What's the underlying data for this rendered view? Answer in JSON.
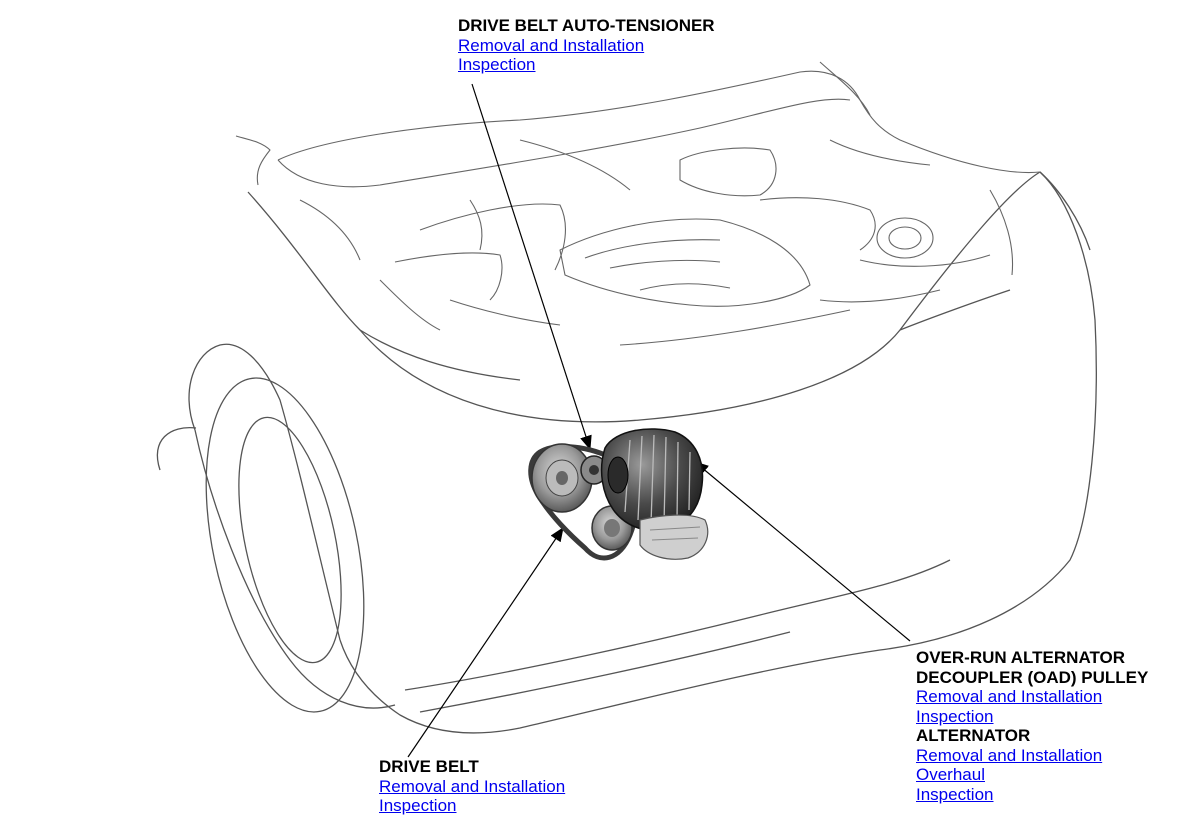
{
  "colors": {
    "link": "#0000ee",
    "text": "#000000",
    "outline": "#555555"
  },
  "callouts": {
    "tensioner": {
      "title": "DRIVE BELT AUTO-TENSIONER",
      "links": [
        "Removal and Installation",
        "Inspection"
      ]
    },
    "drive_belt": {
      "title": "DRIVE BELT",
      "links": [
        "Removal and Installation",
        "Inspection"
      ]
    },
    "oad_pulley": {
      "title_line1": "OVER-RUN ALTERNATOR",
      "title_line2": "DECOUPLER (OAD) PULLEY",
      "links": [
        "Removal and Installation",
        "Inspection"
      ]
    },
    "alternator": {
      "title": "ALTERNATOR",
      "links": [
        "Removal and Installation",
        "Overhaul",
        "Inspection"
      ]
    }
  }
}
